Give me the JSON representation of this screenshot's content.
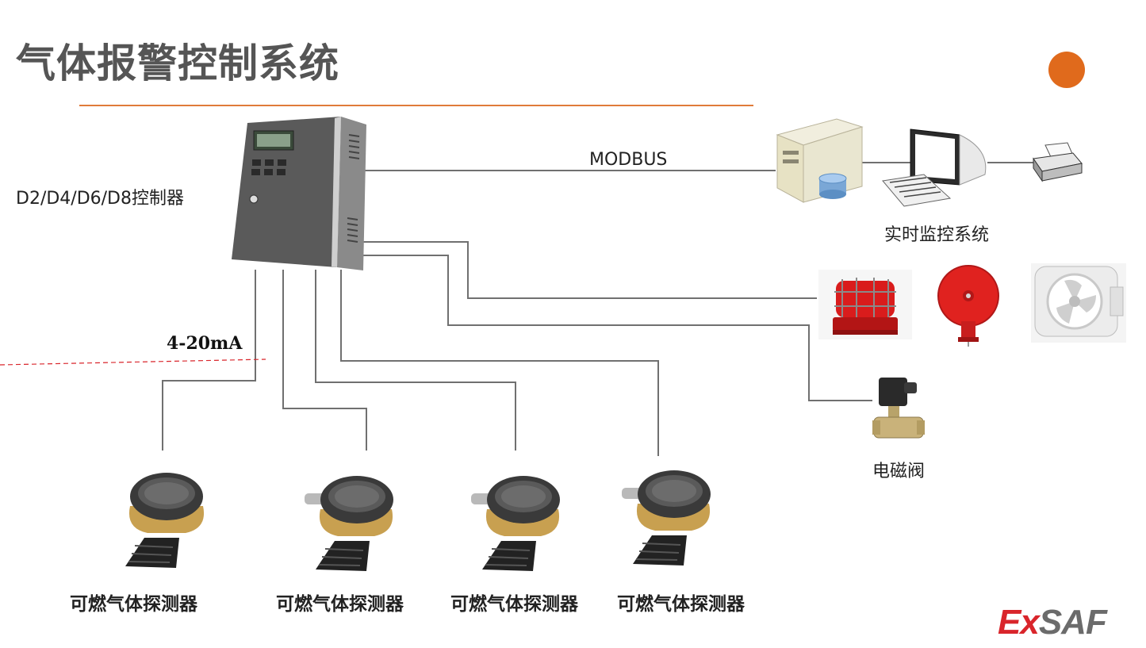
{
  "title": "气体报警控制系统",
  "controller_label": "D2/D4/D6/D8控制器",
  "modbus_label": "MODBUS",
  "monitor_label": "实时监控系统",
  "signal_label": "4-20mA",
  "valve_label": "电磁阀",
  "detectors": [
    {
      "label": "可燃气体探测器"
    },
    {
      "label": "可燃气体探测器"
    },
    {
      "label": "可燃气体探测器"
    },
    {
      "label": "可燃气体探测器"
    }
  ],
  "logo": {
    "ex": "Ex",
    "saf": "SAF"
  },
  "colors": {
    "accent": "#e06a1c",
    "rule": "#e07b39",
    "logo_red": "#d9252b",
    "logo_gray": "#6b6b6b"
  }
}
